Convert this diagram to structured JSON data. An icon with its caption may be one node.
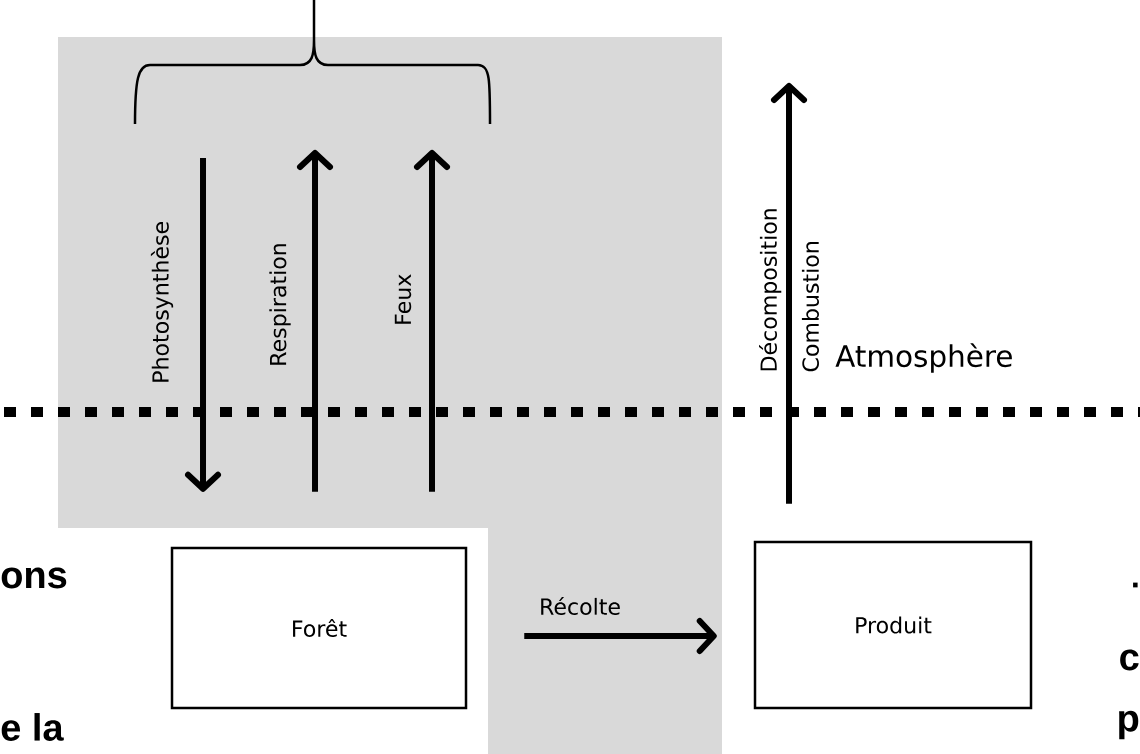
{
  "diagram": {
    "nodes": [
      {
        "text": [
          "Forêt"
        ]
      },
      {
        "text": [
          "Produit"
        ]
      }
    ],
    "edges": [
      {
        "from": null,
        "to": 0,
        "arrow": "to",
        "label": "Photosynthèse"
      },
      {
        "from": 0,
        "to": null,
        "arrow": "to",
        "label": "Respiration"
      },
      {
        "from": 0,
        "to": null,
        "arrow": "to",
        "label": "Feux"
      },
      {
        "from": 1,
        "to": null,
        "arrow": "to",
        "label": "Décomposition Combustion"
      },
      {
        "from": 0,
        "to": 1,
        "arrow": "to",
        "label": "Récolte"
      }
    ],
    "labels": [
      "Atmosphère",
      "ons",
      "e la",
      ".",
      "c",
      "p"
    ]
  }
}
